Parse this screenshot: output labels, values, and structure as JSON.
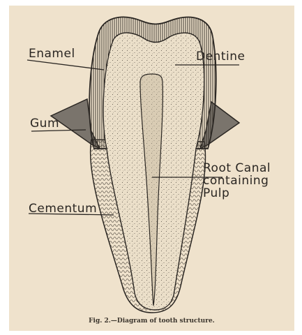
{
  "labels": {
    "enamel": "Enamel",
    "dentine": "Dentine",
    "gum": "Gum",
    "root_canal": [
      "Root Canal",
      "containing",
      "Pulp"
    ],
    "cementum": "Cementum"
  },
  "caption": "Fig. 2.—Diagram of tooth structure.",
  "colors": {
    "paper": "#efe2cc",
    "ink": "#2a2622",
    "enamel_shade": "#4e4a45",
    "dentine_fill": "#e8dcc6"
  }
}
